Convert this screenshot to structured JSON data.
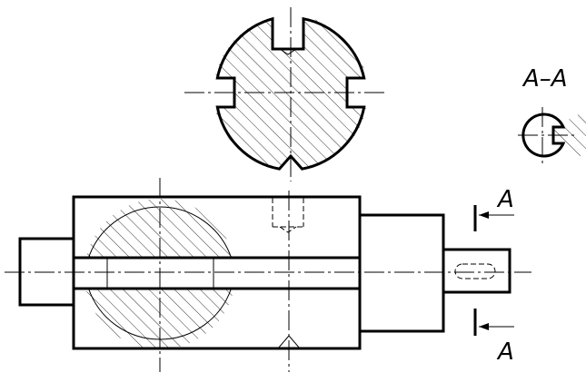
{
  "section": {
    "title": "A–A",
    "marker_top": "A",
    "marker_bottom": "A"
  }
}
